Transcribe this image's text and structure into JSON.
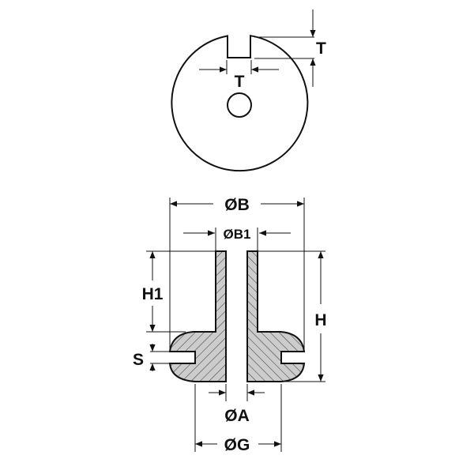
{
  "title": "Slotted grommet dimension drawing",
  "top_view": {
    "slot_depth_label": "T",
    "slot_width_label": "T"
  },
  "section_view": {
    "outer_diameter_label": "ØB",
    "tube_outer_diameter_label": "ØB1",
    "tube_height_label": "H1",
    "total_height_label": "H",
    "slot_label": "S",
    "bore_diameter_label": "ØA",
    "groove_diameter_label": "ØG"
  },
  "colors": {
    "line": "#111111",
    "section_fill": "#cccccc",
    "background": "#ffffff"
  }
}
